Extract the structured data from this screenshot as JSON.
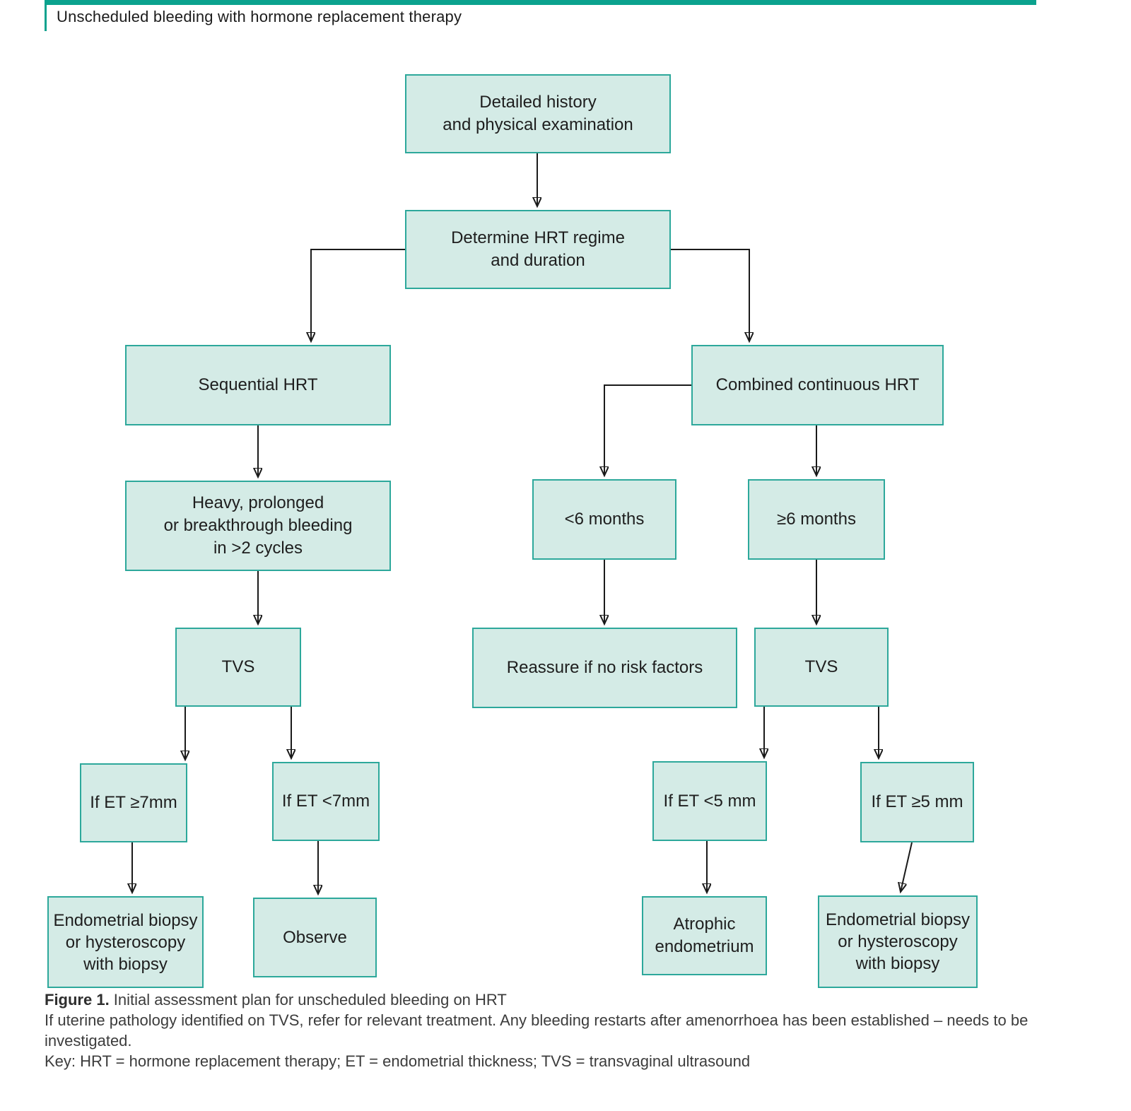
{
  "header": {
    "title": "Unscheduled bleeding with hormone replacement therapy"
  },
  "colors": {
    "accent_teal": "#0ba28e",
    "box_border": "#2da89b",
    "box_fill": "#d4ebe6",
    "connector": "#1a1a1a"
  },
  "flow": {
    "nodes": [
      {
        "id": "detailed-history",
        "lines": [
          "Detailed history",
          "and physical examination"
        ]
      },
      {
        "id": "determine-hrt-regime",
        "lines": [
          "Determine HRT regime",
          "and duration"
        ]
      },
      {
        "id": "sequential-hrt",
        "lines": [
          "Sequential HRT"
        ]
      },
      {
        "id": "combined-continuous-hrt",
        "lines": [
          "Combined continuous HRT"
        ]
      },
      {
        "id": "heavy-bleeding",
        "lines": [
          "Heavy, prolonged",
          "or breakthrough bleeding",
          "in >2 cycles"
        ]
      },
      {
        "id": "less-6-months",
        "lines": [
          "<6 months"
        ]
      },
      {
        "id": "ge-6-months",
        "lines": [
          "≥6 months"
        ]
      },
      {
        "id": "tvs-left",
        "lines": [
          "TVS"
        ]
      },
      {
        "id": "reassure",
        "lines": [
          "Reassure if no risk factors"
        ]
      },
      {
        "id": "tvs-right",
        "lines": [
          "TVS"
        ]
      },
      {
        "id": "et-ge-7mm",
        "lines": [
          "If ET ≥7mm"
        ]
      },
      {
        "id": "et-lt-7mm",
        "lines": [
          "If ET <7mm"
        ]
      },
      {
        "id": "et-lt-5mm",
        "lines": [
          "If ET <5 mm"
        ]
      },
      {
        "id": "et-ge-5mm",
        "lines": [
          "If ET ≥5 mm"
        ]
      },
      {
        "id": "endometrial-biopsy-left",
        "lines": [
          "Endometrial biopsy",
          "or hysteroscopy",
          "with biopsy"
        ]
      },
      {
        "id": "observe",
        "lines": [
          "Observe"
        ]
      },
      {
        "id": "atrophic-endometrium",
        "lines": [
          "Atrophic",
          "endometrium"
        ]
      },
      {
        "id": "endometrial-biopsy-right",
        "lines": [
          "Endometrial biopsy",
          "or hysteroscopy",
          "with biopsy"
        ]
      }
    ]
  },
  "caption": {
    "figure_label": "Figure 1.",
    "figure_title": " Initial assessment plan for unscheduled bleeding on HRT",
    "body_lines": [
      "If uterine pathology identified on TVS, refer for relevant treatment. Any bleeding restarts after amenorrhoea has been established – needs to be",
      "investigated.",
      "Key: HRT = hormone replacement therapy; ET = endometrial thickness; TVS = transvaginal ultrasound"
    ]
  }
}
